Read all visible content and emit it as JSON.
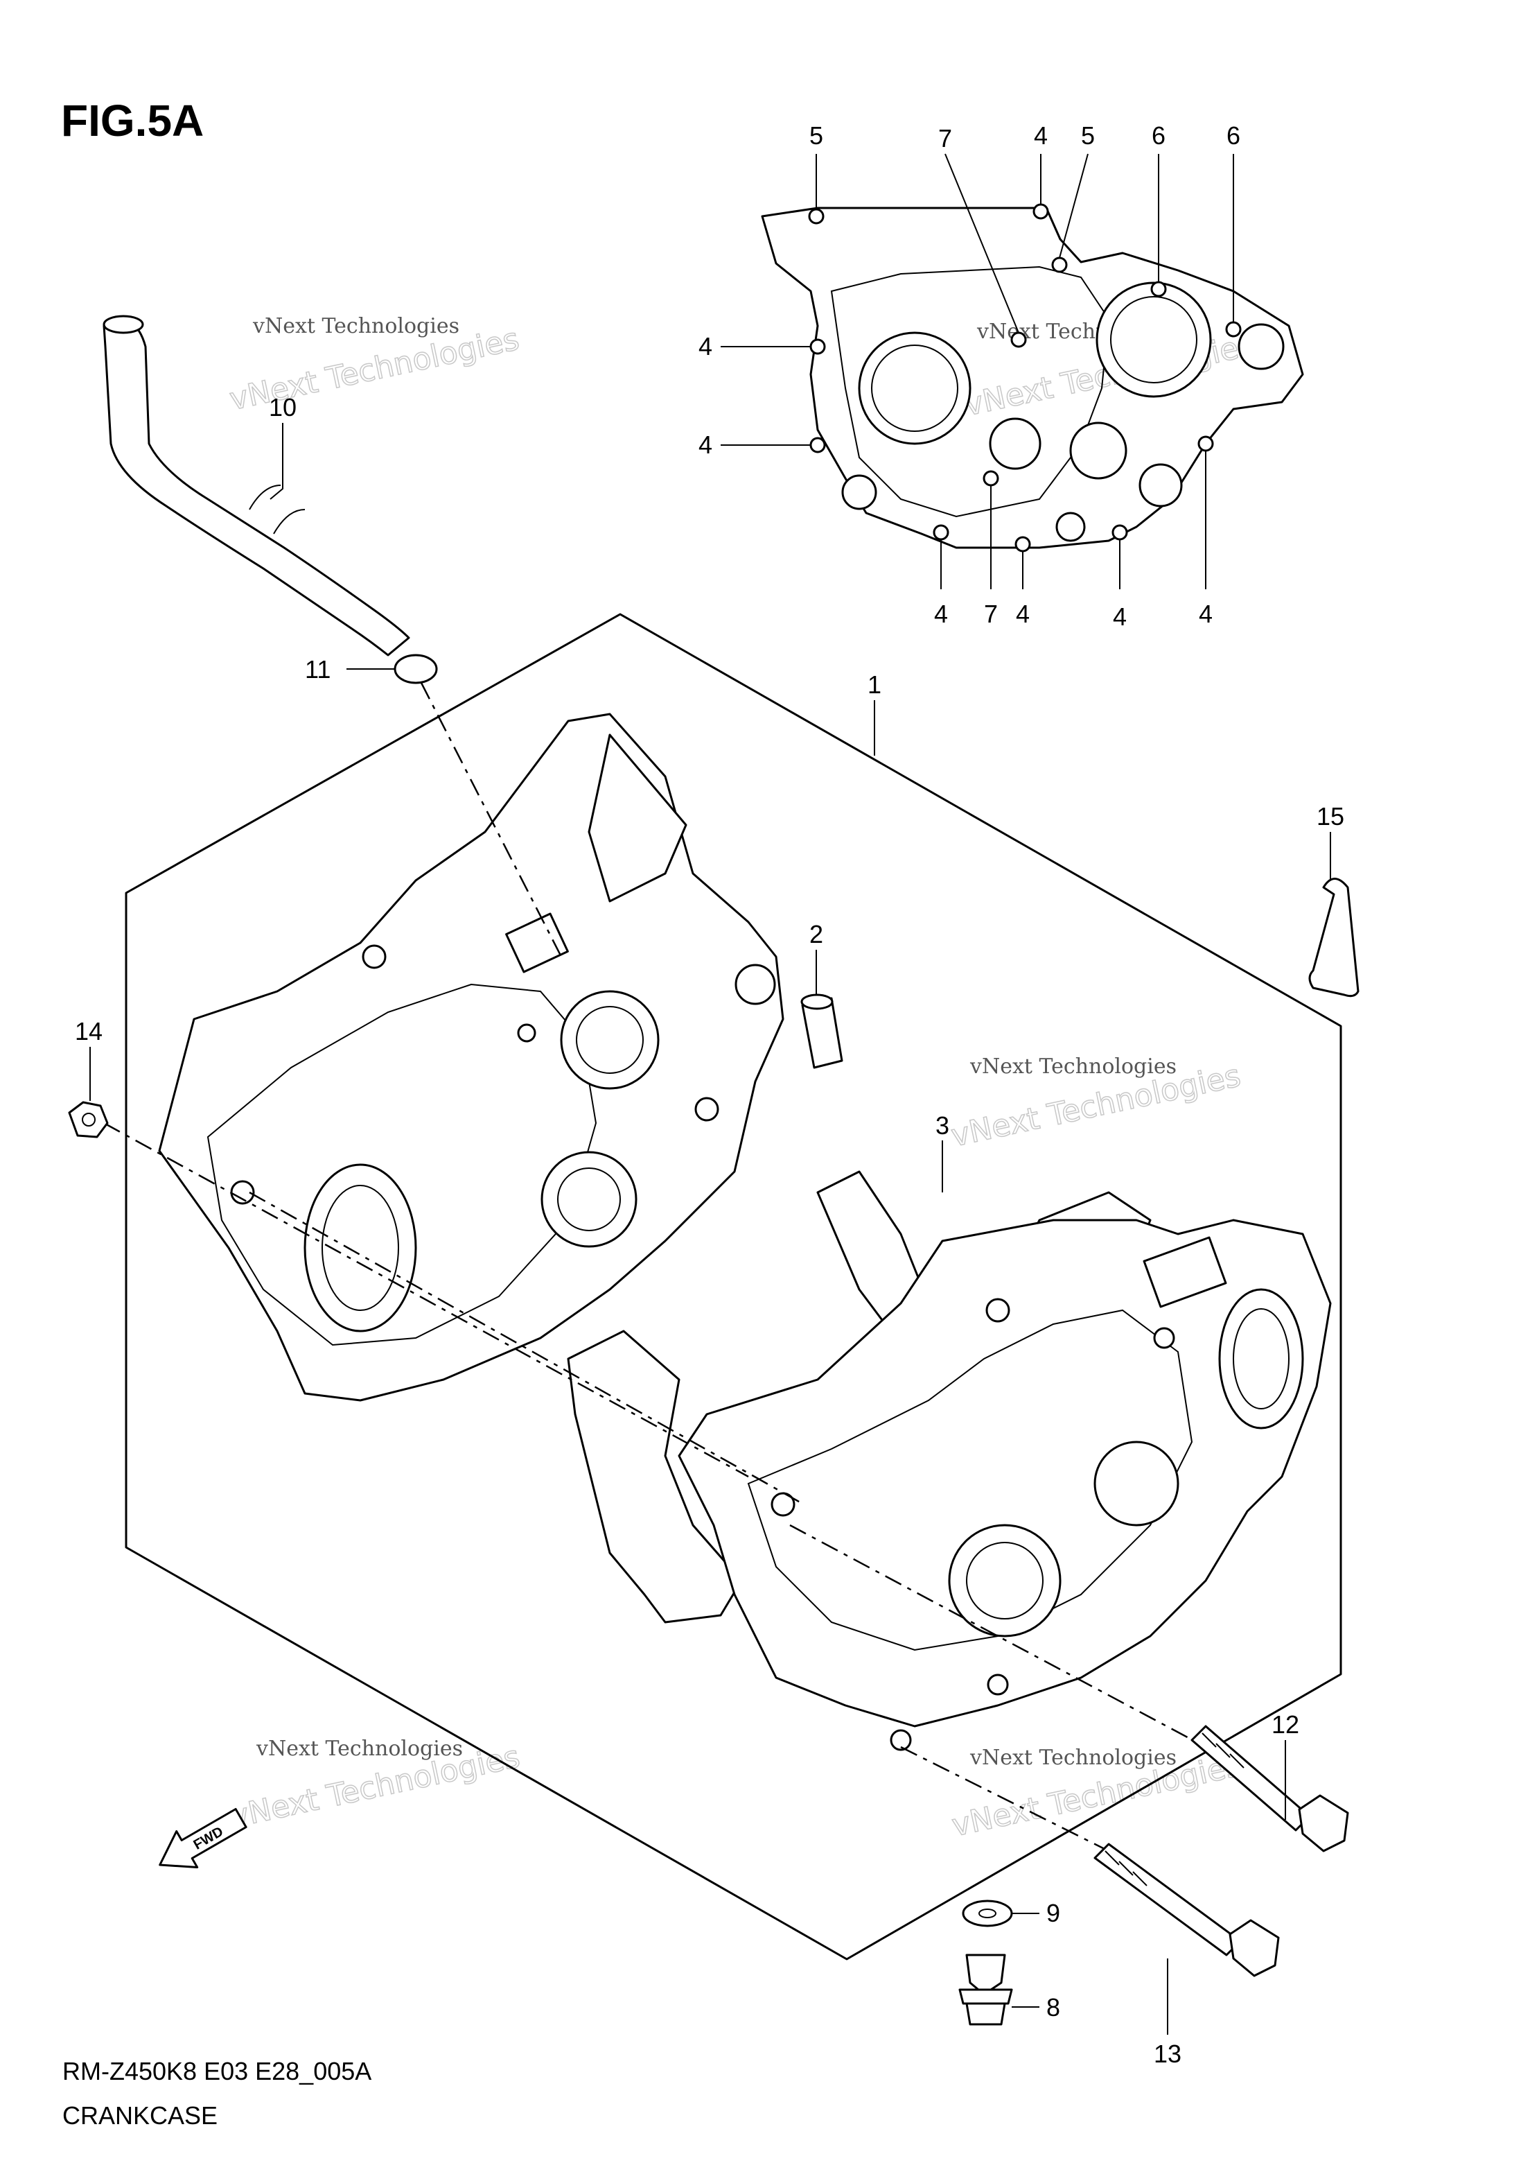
{
  "figure": {
    "title": "FIG.5A",
    "code": "RM-Z450K8 E03 E28_005A",
    "name": "CRANKCASE"
  },
  "direction_marker": "FWD",
  "watermark": {
    "line1": "vNext Technologies",
    "line2": "vNext Technologies"
  },
  "callouts": [
    {
      "id": "c1",
      "text": "1"
    },
    {
      "id": "c2",
      "text": "2"
    },
    {
      "id": "c3",
      "text": "3"
    },
    {
      "id": "c8",
      "text": "8"
    },
    {
      "id": "c9",
      "text": "9"
    },
    {
      "id": "c10",
      "text": "10"
    },
    {
      "id": "c11",
      "text": "11"
    },
    {
      "id": "c12",
      "text": "12"
    },
    {
      "id": "c13",
      "text": "13"
    },
    {
      "id": "c14",
      "text": "14"
    },
    {
      "id": "c15",
      "text": "15"
    }
  ],
  "inset_callouts": [
    {
      "id": "i5a",
      "text": "5"
    },
    {
      "id": "i7a",
      "text": "7"
    },
    {
      "id": "i4a",
      "text": "4"
    },
    {
      "id": "i5b",
      "text": "5"
    },
    {
      "id": "i6a",
      "text": "6"
    },
    {
      "id": "i6b",
      "text": "6"
    },
    {
      "id": "i4b",
      "text": "4"
    },
    {
      "id": "i4c",
      "text": "4"
    },
    {
      "id": "i4d",
      "text": "4"
    },
    {
      "id": "i7b",
      "text": "7"
    },
    {
      "id": "i4e",
      "text": "4"
    },
    {
      "id": "i4f",
      "text": "4"
    },
    {
      "id": "i4g",
      "text": "4"
    }
  ]
}
